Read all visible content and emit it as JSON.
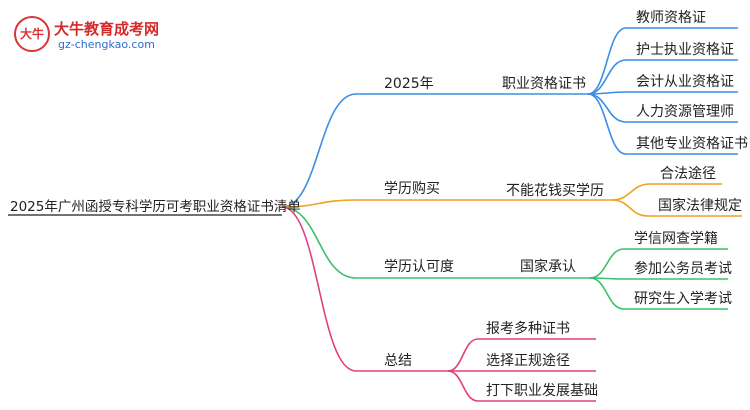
{
  "logo": {
    "mark": "大牛",
    "title": "大牛教育成考网",
    "url": "gz-chengkao.com"
  },
  "colors": {
    "blue": "#3a8ee6",
    "orange": "#f0a31a",
    "green": "#3cc06a",
    "pink": "#e0407a"
  },
  "root": "2025年广州函授专科学历可考职业资格证书清单",
  "branches": [
    {
      "label": "2025年",
      "sub": "职业资格证书",
      "leaves": [
        "教师资格证",
        "护士执业资格证",
        "会计从业资格证",
        "人力资源管理师",
        "其他专业资格证书"
      ]
    },
    {
      "label": "学历购买",
      "sub": "不能花钱买学历",
      "leaves": [
        "合法途径",
        "国家法律规定"
      ]
    },
    {
      "label": "学历认可度",
      "sub": "国家承认",
      "leaves": [
        "学信网查学籍",
        "参加公务员考试",
        "研究生入学考试"
      ]
    },
    {
      "label": "总结",
      "sub": "",
      "leaves": [
        "报考多种证书",
        "选择正规途径",
        "打下职业发展基础"
      ]
    }
  ]
}
